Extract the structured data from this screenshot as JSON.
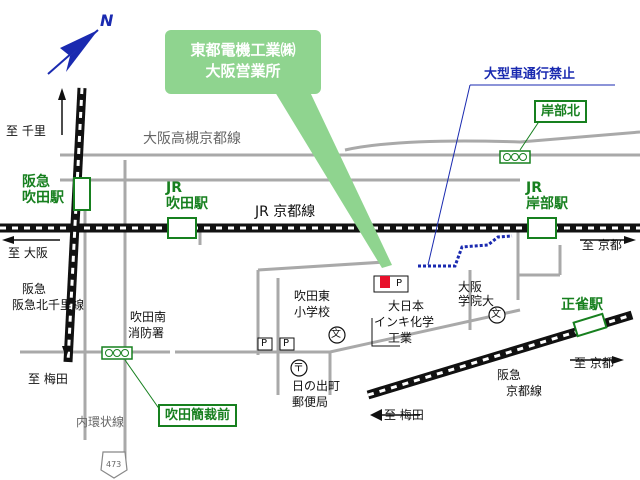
{
  "company": {
    "line1": "東都電機工業㈱",
    "line2": "大阪営業所"
  },
  "railways": {
    "osaka_takatsuki_kyoto_line": "大阪高槻京都線",
    "jr_kyoto_line": "JR 京都線",
    "hankyu_senri_line": "阪急北千里線",
    "hankyu_kyoto_line_1": "阪急",
    "hankyu_kyoto_line_2": "京都線",
    "inner_ring_road": "内環状線",
    "route_number": "473"
  },
  "stations": {
    "hankyu_suita_1": "阪急",
    "hankyu_suita_2": "吹田駅",
    "jr_suita_1": "JR",
    "jr_suita_2": "吹田駅",
    "jr_kishibe_1": "JR",
    "jr_kishibe_2": "岸部駅",
    "shojaku": "正雀駅"
  },
  "intersections": {
    "kishibe_kita": "岸部北",
    "suita_sakusaimae": "吹田簡裁前"
  },
  "notice": {
    "no_large_vehicles": "大型車通行禁止"
  },
  "directions": {
    "to_senri": "至 千里",
    "to_osaka": "至 大阪",
    "to_umeda_1": "至 梅田",
    "to_umeda_2": "至 梅田",
    "to_kyoto_1": "至 京都",
    "to_kyoto_2": "至 京都"
  },
  "landmarks": {
    "fire_station_1": "吹田南",
    "fire_station_2": "消防署",
    "school_1": "吹田東",
    "school_2": "小学校",
    "school_symbol": "文",
    "university_1": "大阪",
    "university_2": "学院大",
    "university_symbol": "文",
    "dainippon_1": "大日本",
    "dainippon_2": "インキ化学",
    "dainippon_3": "工業",
    "post_office_1": "日の出町",
    "post_office_2": "郵便局",
    "post_symbol": "〒",
    "parking": "P"
  },
  "compass": {
    "north": "N"
  },
  "colors": {
    "rail": "#111111",
    "road": "#a9a9a9",
    "station_green": "#17801f",
    "callout_green": "#8fd48f",
    "notice_blue": "#1a2ab0",
    "office_red": "#e8102a"
  }
}
